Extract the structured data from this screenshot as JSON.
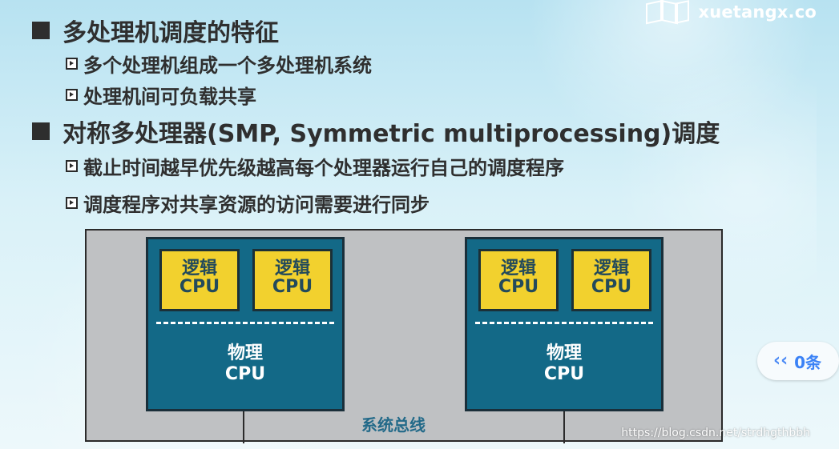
{
  "logo": {
    "text": "xuetangx.co"
  },
  "headings": [
    "多处理机调度的特征",
    "对称多处理器(SMP, Symmetric multiprocessing)调度"
  ],
  "subpoints": [
    "多个处理机组成一个多处理机系统",
    "处理机间可负载共享",
    "截止时间越早优先级越高每个处理器运行自己的调度程序",
    "调度程序对共享资源的访问需要进行同步"
  ],
  "diagram": {
    "logical_cpu_line1": "逻辑",
    "logical_cpu_line2": "CPU",
    "physical_cpu_line1": "物理",
    "physical_cpu_line2": "CPU",
    "bus_label": "系统总线"
  },
  "side_widget": {
    "label": "0条"
  },
  "watermark": "https://blog.csdn.net/strdhgthbbh",
  "colors": {
    "background": "#c9ebf6",
    "heading_text": "#2f2f2f",
    "cpu_blue": "#136987",
    "logical_yellow": "#f2d12e",
    "diagram_gray": "#bfc1c3",
    "bus_label": "#236a89"
  }
}
